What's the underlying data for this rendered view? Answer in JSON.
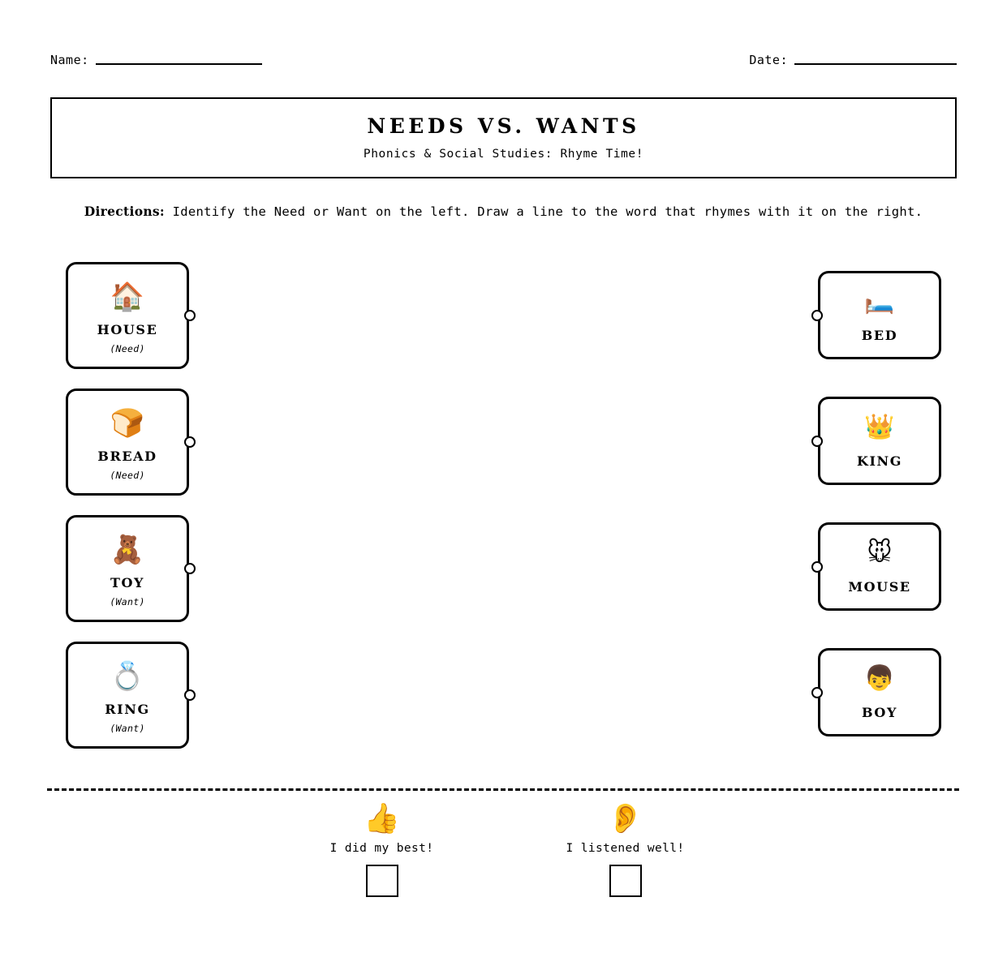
{
  "header": {
    "name_label": "Name:",
    "date_label": "Date:",
    "name_value": "",
    "date_value": ""
  },
  "banner": {
    "title": "NEEDS VS. WANTS",
    "subtitle": "Phonics & Social Studies: Rhyme Time!"
  },
  "directions": {
    "label": "Directions:",
    "text": " Identify the Need or Want on the left. Draw a line to the word that rhymes with it on the right."
  },
  "matching": {
    "left_column": [
      {
        "emoji": "🏠",
        "icon_name": "house-emoji",
        "word": "HOUSE",
        "tag": "(Need)"
      },
      {
        "emoji": "🍞",
        "icon_name": "bread-emoji",
        "word": "BREAD",
        "tag": "(Need)"
      },
      {
        "emoji": "🧸",
        "icon_name": "teddy-bear-emoji",
        "word": "TOY",
        "tag": "(Want)"
      },
      {
        "emoji": "💍",
        "icon_name": "ring-emoji",
        "word": "RING",
        "tag": "(Want)"
      }
    ],
    "right_column": [
      {
        "emoji": "🛏️",
        "icon_name": "bed-emoji",
        "word": "BED"
      },
      {
        "emoji": "👑",
        "icon_name": "crown-emoji",
        "word": "KING"
      },
      {
        "emoji": "🐭",
        "icon_name": "mouse-face-emoji",
        "word": "MOUSE"
      },
      {
        "emoji": "👦",
        "icon_name": "boy-emoji",
        "word": "BOY"
      }
    ]
  },
  "footer": {
    "items": [
      {
        "emoji": "👍",
        "icon_name": "thumbs-up-emoji",
        "text": "I did my best!"
      },
      {
        "emoji": "👂",
        "icon_name": "ear-emoji",
        "text": "I listened well!"
      }
    ]
  },
  "colors": {
    "ink": "#000000",
    "paper": "#ffffff"
  }
}
